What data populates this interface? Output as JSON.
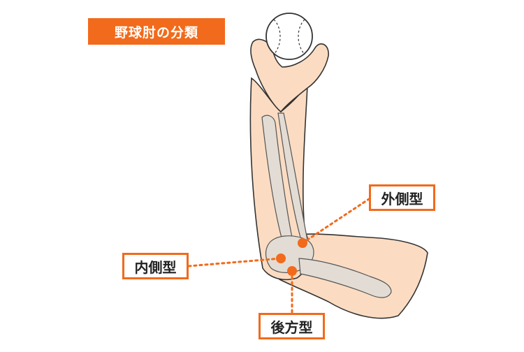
{
  "title": "野球肘の分類",
  "labels": {
    "lateral": "外側型",
    "medial": "内側型",
    "posterior": "後方型"
  },
  "colors": {
    "accent": "#f26a1b",
    "skin": "#fbdcc2",
    "bone": "#e2dcd4",
    "outline": "#333333"
  },
  "icons": [
    "baseball-icon"
  ]
}
